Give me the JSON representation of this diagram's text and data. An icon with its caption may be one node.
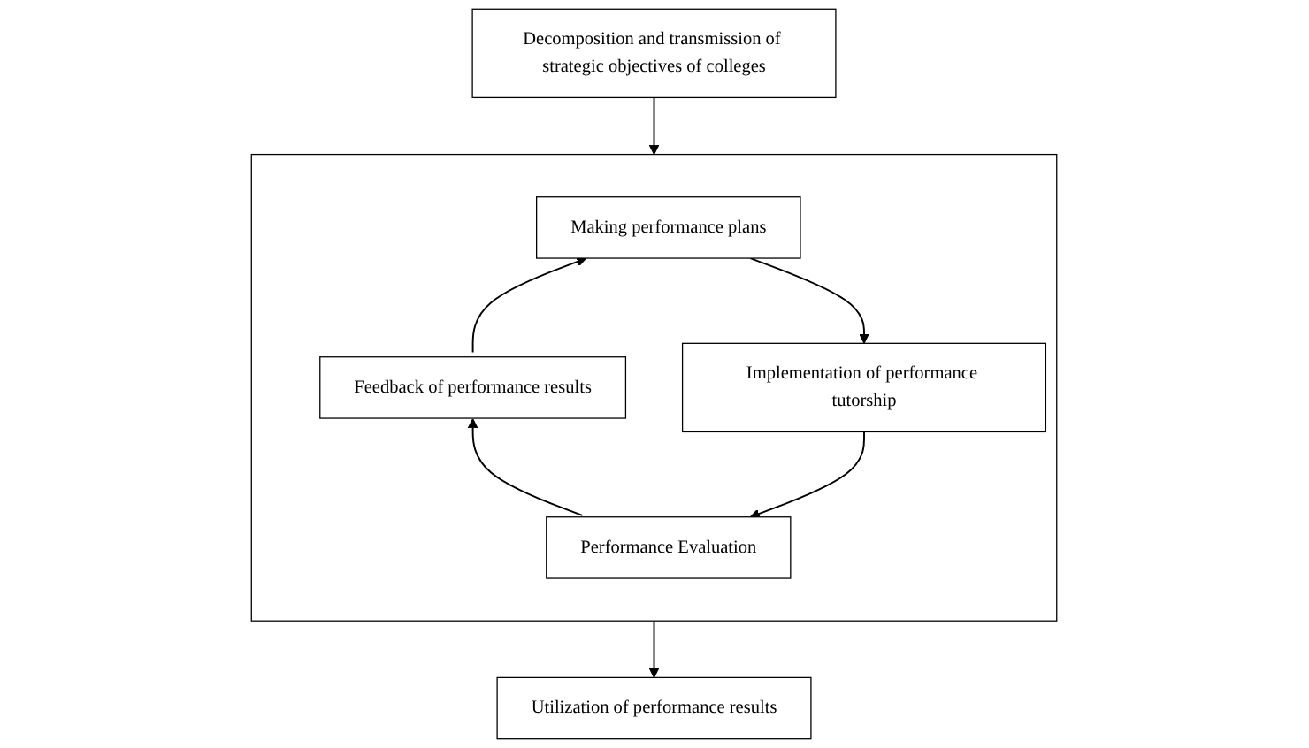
{
  "diagram": {
    "nodes": [
      {
        "text": [
          "Decomposition and transmission of strategic objectives of colleges"
        ]
      },
      {
        "text": [],
        "shape": "box"
      },
      {
        "text": [
          "Making performance plans"
        ],
        "in": 1
      },
      {
        "text": [
          "Feedback of performance results"
        ],
        "in": 1
      },
      {
        "text": [
          "Implementation of performance tutorship"
        ],
        "in": 1
      },
      {
        "text": [
          "Performance Evaluation"
        ],
        "in": 1
      },
      {
        "text": [
          "Utilization of performance results"
        ]
      }
    ],
    "edges": [
      {
        "from": 0,
        "to": 1,
        "arrow": "to"
      },
      {
        "from": 2,
        "to": 4,
        "arrow": "to"
      },
      {
        "from": 4,
        "to": 5,
        "arrow": "to"
      },
      {
        "from": 5,
        "to": 3,
        "arrow": "to"
      },
      {
        "from": 3,
        "to": 2,
        "arrow": "to"
      },
      {
        "from": 1,
        "to": 6,
        "arrow": "to"
      }
    ]
  }
}
